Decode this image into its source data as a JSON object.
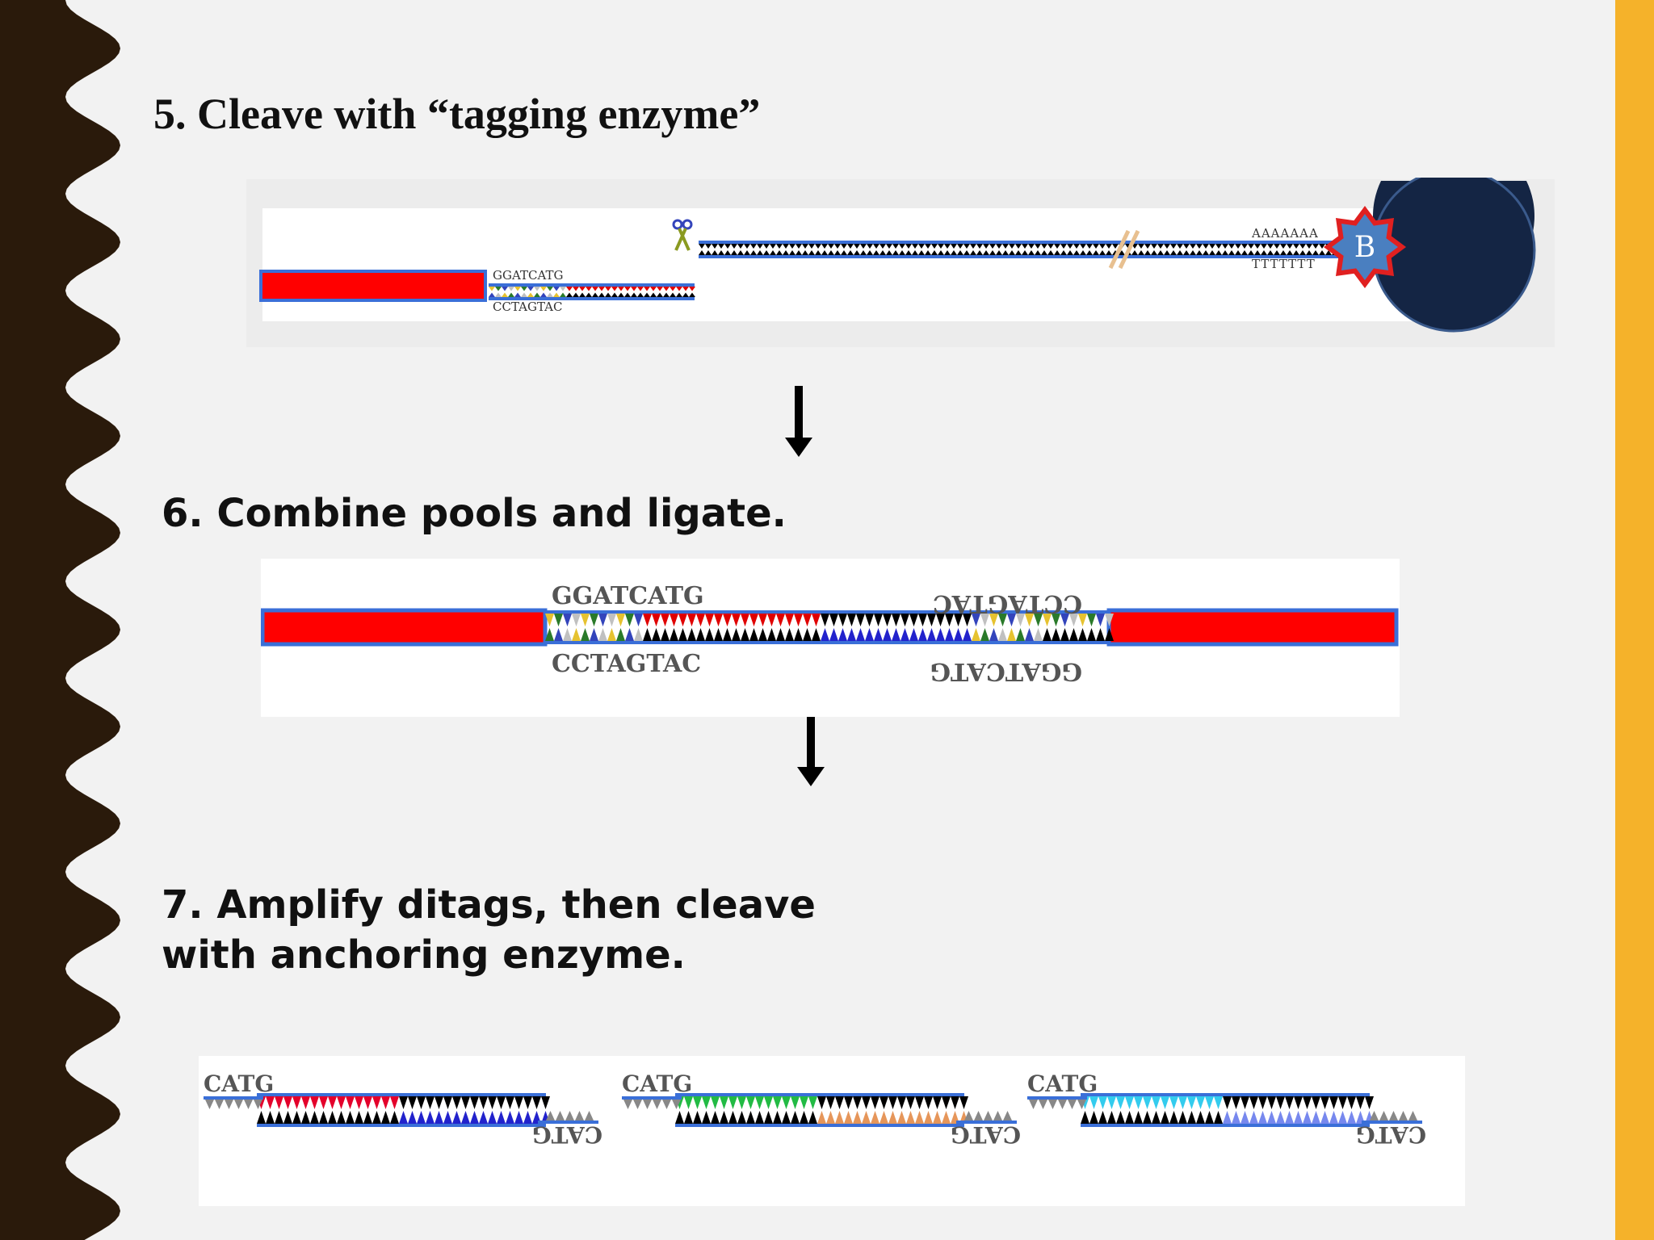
{
  "colors": {
    "background": "#f2f2f2",
    "left_band": "#2a1a0b",
    "right_band": "#f5b22a",
    "bead": "#142544",
    "tag_red": "#ff0000",
    "backbone_blue": "#3a6fd8",
    "biotin_star": "#e02020",
    "biotin_fill": "#4a7fc0"
  },
  "steps": [
    {
      "title": "5. Cleave with “tagging enzyme”"
    },
    {
      "title": "6. Combine pools and ligate."
    },
    {
      "title": "7. Amplify ditags, then cleave with anchoring enzyme."
    }
  ],
  "figure5": {
    "top_seq": "GGATCATG",
    "bottom_seq": "CCTAGTAC",
    "polyA": "AAAAAAA",
    "polyT": "TTTTTTT",
    "biotin_label": "B",
    "scissors_icon": "scissors-icon"
  },
  "figure6": {
    "left_top_seq": "GGATCATG",
    "left_bottom_seq": "CCTAGTAC",
    "right_top_seq": "CCTAGTAC",
    "right_bottom_seq": "GGATCATG"
  },
  "figure7": {
    "fragments": [
      {
        "top": "CATG",
        "bottom": "CATG",
        "tag1_color": "#e4002b",
        "tag2_color": "#2222cc"
      },
      {
        "top": "CATG",
        "bottom": "CATG",
        "tag1_color": "#22bb44",
        "tag2_color": "#e6965a"
      },
      {
        "top": "CATG",
        "bottom": "CATG",
        "tag1_color": "#33ccee",
        "tag2_color": "#7788ee"
      }
    ]
  },
  "arrows": [
    "down-arrow",
    "down-arrow"
  ]
}
